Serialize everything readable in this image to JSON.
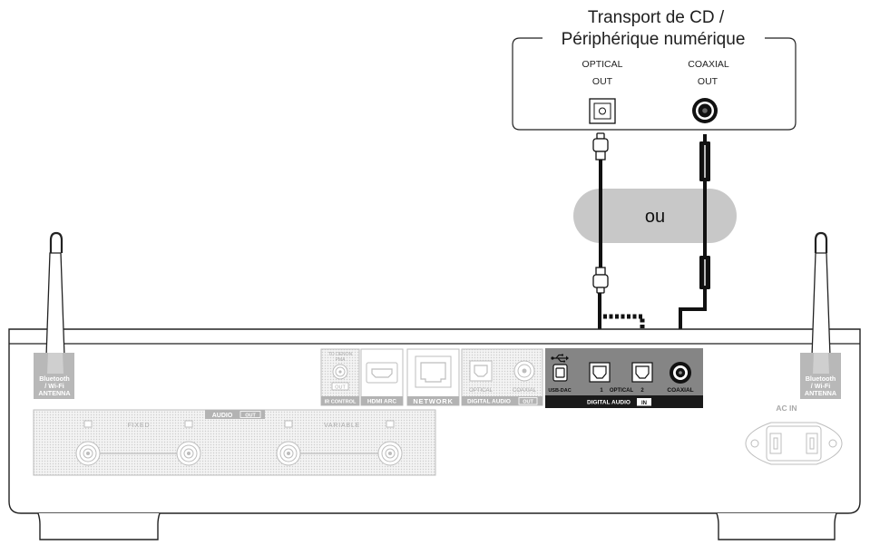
{
  "source": {
    "title_line1": "Transport de CD /",
    "title_line2": "Périphérique numérique",
    "optical": {
      "label": "OPTICAL",
      "sub": "OUT"
    },
    "coaxial": {
      "label": "COAXIAL",
      "sub": "OUT"
    }
  },
  "choice": "ou",
  "unit": {
    "antenna_left": {
      "line1": "Bluetooth",
      "line2": "/ Wi-Fi",
      "line3": "ANTENNA"
    },
    "antenna_right": {
      "line1": "Bluetooth",
      "line2": "/ Wi-Fi",
      "line3": "ANTENNA"
    },
    "ir_control": {
      "line1": "TO DENON",
      "line2": "PMA",
      "out": "OUT",
      "label": "IR CONTROL"
    },
    "hdmi": {
      "label": "HDMI ARC"
    },
    "network": {
      "label": "NETWORK"
    },
    "digital_out": {
      "optical": "OPTICAL",
      "coaxial": "COAXIAL",
      "label": "DIGITAL AUDIO",
      "direction": "OUT"
    },
    "digital_in": {
      "usb": "USB-DAC",
      "num1": "1",
      "optical": "OPTICAL",
      "num2": "2",
      "coaxial": "COAXIAL",
      "label": "DIGITAL AUDIO",
      "direction": "IN"
    },
    "audio_out": {
      "label": "AUDIO",
      "direction": "OUT",
      "fixed": "FIXED",
      "variable": "VARIABLE"
    },
    "ac_in": "AC IN"
  },
  "icons": {
    "optical_jack": "optical-port-icon",
    "coaxial_jack": "coaxial-port-icon",
    "usb": "usb-icon",
    "hdmi": "hdmi-port-icon",
    "network": "ethernet-port-icon",
    "power": "ac-inlet-icon",
    "antenna": "antenna-icon"
  },
  "colors": {
    "cable": "#111111",
    "choice_pill": "#c8c8c8",
    "highlight_panel": "#858585",
    "highlight_label_bar": "#1a1a1a",
    "inactive_stroke": "#bdbdbd",
    "inactive_label_bar": "#b3b3b3",
    "inactive_text": "#a9a9a9",
    "antenna_label": "#b8b8b8",
    "outline": "#222222"
  }
}
